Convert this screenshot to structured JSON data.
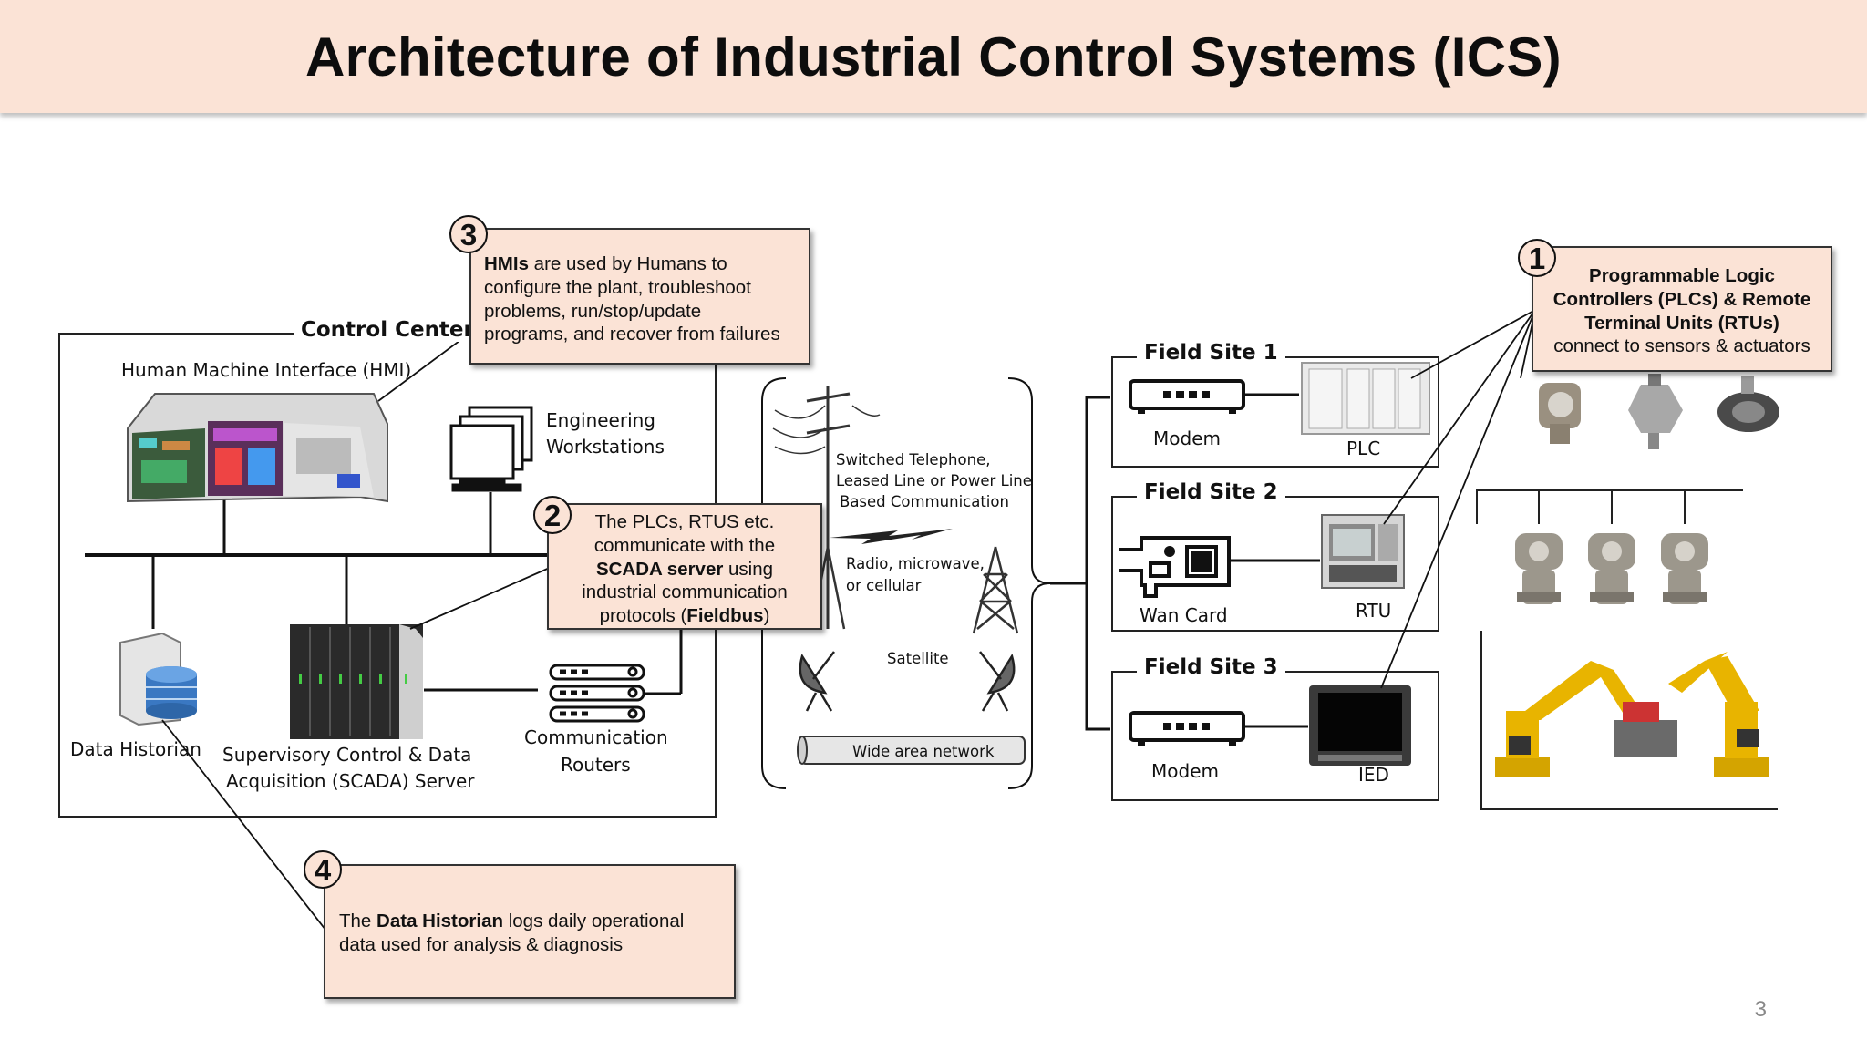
{
  "title": "Architecture of Industrial Control Systems (ICS)",
  "control_center": {
    "title": "Control Center",
    "hmi_label": "Human Machine Interface (HMI)",
    "engineering_label_1": "Engineering",
    "engineering_label_2": "Workstations",
    "historian_label": "Data Historian",
    "scada_label_1": "Supervisory Control &  Data",
    "scada_label_2": "Acquisition (SCADA) Server",
    "routers_label_1": "Communication",
    "routers_label_2": "Routers"
  },
  "wan": {
    "switched_1": "Switched Telephone,",
    "switched_2": "Leased Line or Power Line",
    "switched_3": "Based Communication",
    "radio_1": "Radio, microwave,",
    "radio_2": "or cellular",
    "satellite": "Satellite",
    "network": "Wide area network"
  },
  "field_sites": [
    {
      "title": "Field Site 1",
      "left_label": "Modem",
      "right_label": "PLC"
    },
    {
      "title": "Field Site 2",
      "left_label": "Wan Card",
      "right_label": "RTU"
    },
    {
      "title": "Field Site 3",
      "left_label": "Modem",
      "right_label": "IED"
    }
  ],
  "callouts": {
    "c1": {
      "number": "1",
      "l1": "Programmable Logic",
      "l2": "Controllers (PLCs) & Remote",
      "l3": "Terminal Units (RTUs)",
      "l4": "connect to sensors & actuators"
    },
    "c2": {
      "number": "2",
      "l1": "The PLCs, RTUS etc.",
      "l2": "communicate with the",
      "l3_b": "SCADA server",
      "l3_r": " using",
      "l4": "industrial communication",
      "l5_a": "protocols (",
      "l5_b": "Fieldbus",
      "l5_c": ")"
    },
    "c3": {
      "number": "3",
      "l1_b": "HMIs",
      "l1_r": " are used by Humans to",
      "l2": "configure the plant, troubleshoot",
      "l3": "problems, run/stop/update",
      "l4": "programs, and recover from failures"
    },
    "c4": {
      "number": "4",
      "l1_a": "The ",
      "l1_b": "Data Historian",
      "l1_c": " logs daily operational",
      "l2": "data used for analysis & diagnosis"
    }
  },
  "page_number": "3",
  "colors": {
    "title_bg": "#fbe3d6",
    "callout_bg": "#fbe3d6",
    "robot": "#e8b400",
    "server": "#2a2a2a",
    "db": "#3a78c2"
  }
}
